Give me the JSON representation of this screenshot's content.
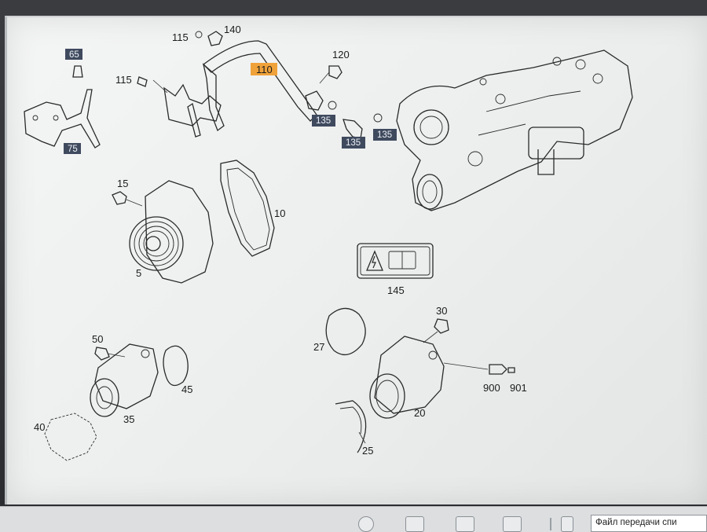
{
  "diagram": {
    "callouts": {
      "c115a": "115",
      "c140": "140",
      "c110": "110",
      "c120": "120",
      "c115b": "115",
      "c15": "15",
      "c10": "10",
      "c5": "5",
      "c145": "145",
      "c30": "30",
      "c27": "27",
      "c50": "50",
      "c45": "45",
      "c35": "35",
      "c40": "40",
      "c900": "900",
      "c901": "901",
      "c20": "20",
      "c25": "25"
    },
    "tags": {
      "t65": "65",
      "t75": "75",
      "t135a": "135",
      "t135b": "135",
      "t135c": "135"
    },
    "highlight_color": "#f0a23a",
    "tag_color": "#3f4a5e"
  },
  "taskbar": {
    "field_text": "Файл передачи спи"
  }
}
